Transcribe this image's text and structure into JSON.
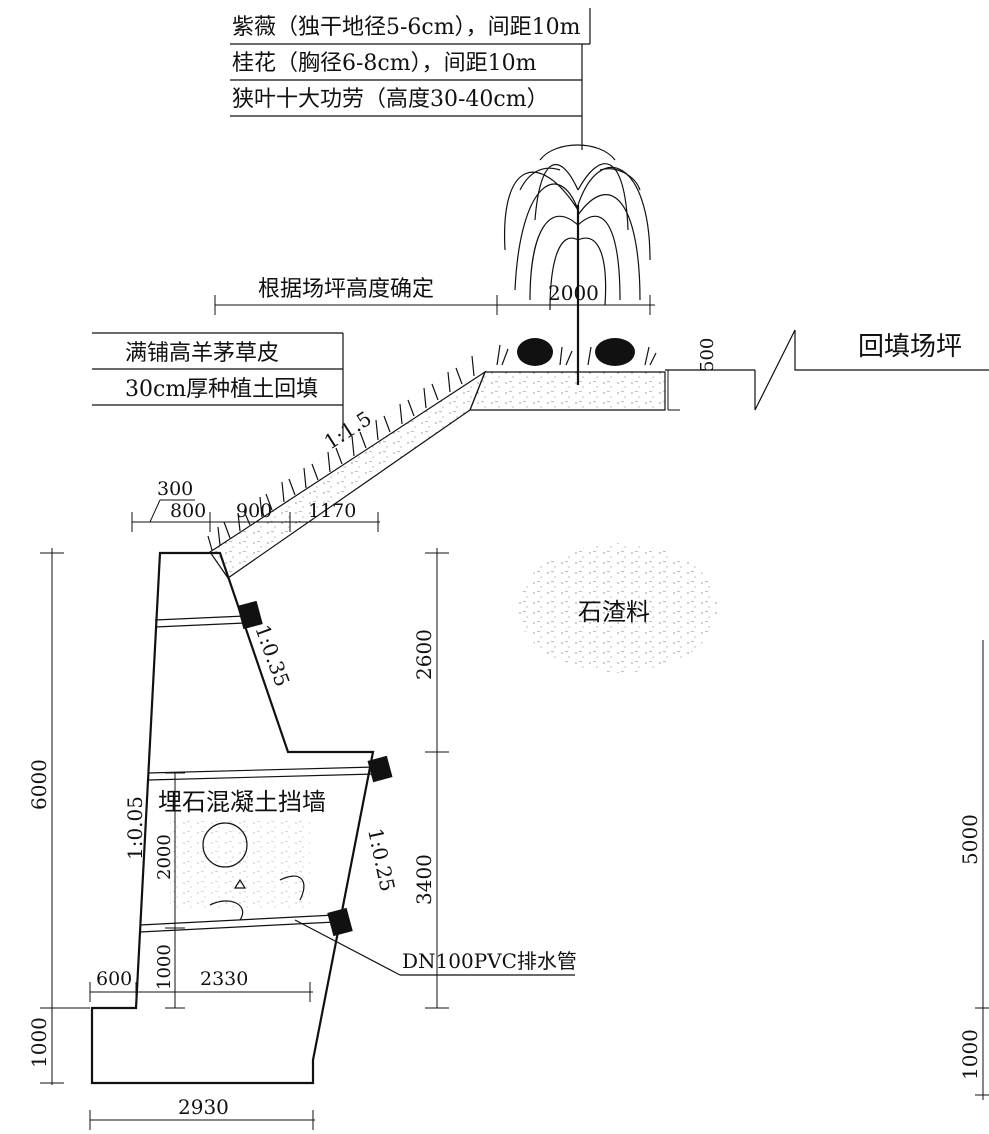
{
  "planting_notes": {
    "crape_myrtle": "紫薇（独干地径5-6cm），间距10m",
    "osmanthus": "桂花（胸径6-8cm），间距10m",
    "mahonia": "狭叶十大功劳（高度30-40cm）"
  },
  "labels": {
    "determined_by_yard": "根据场坪高度确定",
    "backfill_yard": "回填场坪",
    "turf": "满铺高羊茅草皮",
    "soil_backfill": "30cm厚种植土回填",
    "ballast": "石渣料",
    "retaining_wall": "埋石混凝土挡墙",
    "drain_pipe": "DN100PVC排水管"
  },
  "slopes": {
    "bank": "1:1.5",
    "wall_front": "1:0.05",
    "wall_back_upper": "1:0.35",
    "wall_back_lower": "1:0.25"
  },
  "dimensions": {
    "d_2000_top": "2000",
    "d_500": "500",
    "d_300": "300",
    "d_800": "800",
    "d_900": "900",
    "d_1170": "1170",
    "d_6000": "6000",
    "d_1000_left": "1000",
    "d_2600": "2600",
    "d_3400": "3400",
    "d_2000_inner": "2000",
    "d_1000_inner": "1000",
    "d_600": "600",
    "d_2330": "2330",
    "d_2930": "2930",
    "d_5000": "5000",
    "d_1000_right": "1000"
  }
}
